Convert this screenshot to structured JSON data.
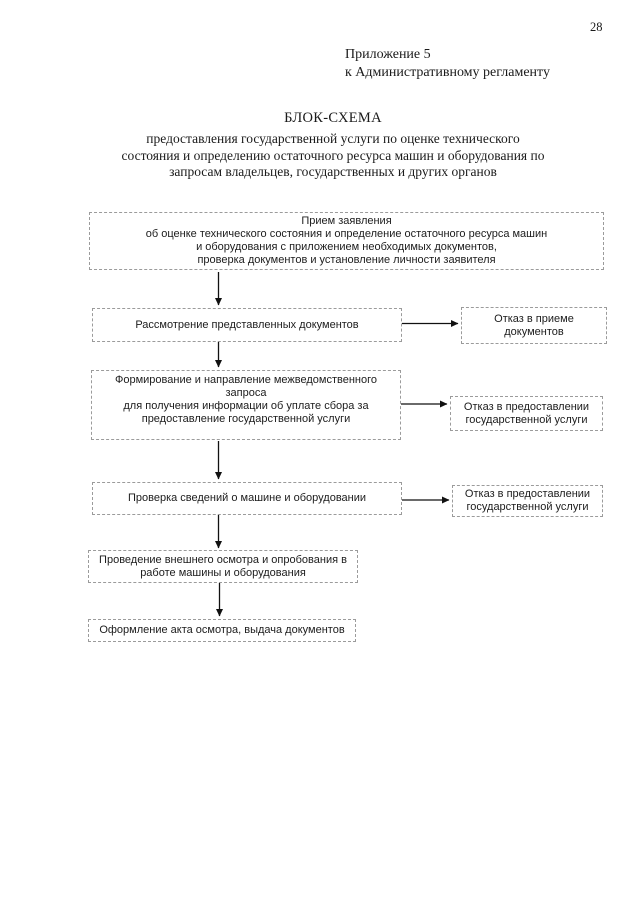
{
  "page_number": "28",
  "appendix": {
    "line1": "Приложение 5",
    "line2": "к Административному регламенту"
  },
  "title": {
    "heading": "БЛОК-СХЕМА",
    "subtitle": "предоставления государственной услуги по оценке технического\nсостояния и определению остаточного ресурса машин и оборудования по\nзапросам владельцев, государственных и других органов"
  },
  "flowchart": {
    "steps": [
      {
        "label": "Прием заявления\nоб оценке технического состояния и определение остаточного ресурса машин\nи оборудования с приложением необходимых документов,\nпроверка документов и установление личности заявителя"
      },
      {
        "label": "Рассмотрение представленных документов"
      },
      {
        "label": "Формирование и направление межведомственного запроса\nдля получения информации об уплате сбора за\nпредоставление государственной услуги"
      },
      {
        "label": "Проверка сведений о машине и оборудовании"
      },
      {
        "label": "Проведение внешнего осмотра и опробования в\nработе машины и оборудования"
      },
      {
        "label": "Оформление акта осмотра, выдача документов"
      }
    ],
    "rejections": [
      {
        "label": "Отказ в приеме\nдокументов"
      },
      {
        "label": "Отказ в предоставлении\nгосударственной услуги"
      },
      {
        "label": "Отказ в предоставлении\nгосударственной услуги"
      }
    ]
  },
  "colors": {
    "page_background": "#ffffff",
    "text": "#1a1a1a",
    "box_border": "#9b9b9b",
    "arrow": "#111111"
  }
}
